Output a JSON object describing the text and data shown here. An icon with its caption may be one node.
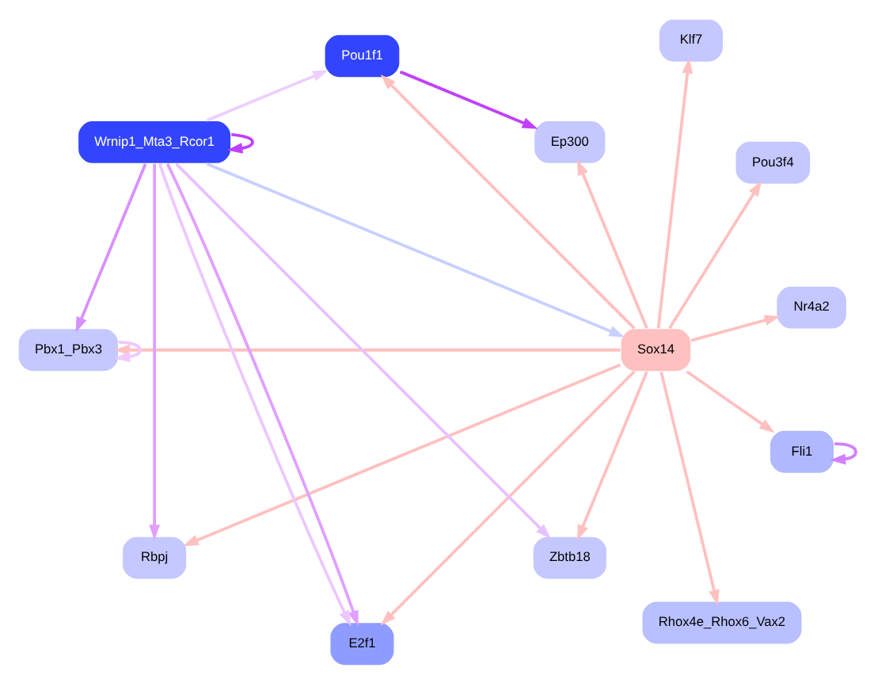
{
  "diagram": {
    "nodes": [
      {
        "text": [
          "Sox14"
        ]
      },
      {
        "text": [
          "Zbtb18"
        ]
      },
      {
        "text": [
          "E2f1"
        ]
      },
      {
        "text": [
          "Rbpj"
        ]
      },
      {
        "text": [
          "Ep300"
        ]
      },
      {
        "text": [
          "Pbx1_Pbx3"
        ]
      },
      {
        "text": [
          "Pou1f1"
        ]
      },
      {
        "text": [
          "Rhox4e_Rhox6_Vax2"
        ]
      },
      {
        "text": [
          "Wrnip1_Mta3_Rcor1"
        ]
      },
      {
        "text": [
          "Fli1"
        ]
      },
      {
        "text": [
          "Nr4a2"
        ]
      },
      {
        "text": [
          "Pou3f4"
        ]
      },
      {
        "text": [
          "Klf7"
        ]
      }
    ],
    "edges": [
      {
        "from": 0,
        "to": 1,
        "arrow": "to"
      },
      {
        "from": 0,
        "to": 2,
        "arrow": "to"
      },
      {
        "from": 0,
        "to": 3,
        "arrow": "to"
      },
      {
        "from": 0,
        "to": 4,
        "arrow": "to"
      },
      {
        "from": 0,
        "to": 5,
        "arrow": "to"
      },
      {
        "from": 0,
        "to": 6,
        "arrow": "to"
      },
      {
        "from": 0,
        "to": 7,
        "arrow": "to"
      },
      {
        "from": 0,
        "to": 9,
        "arrow": "to"
      },
      {
        "from": 0,
        "to": 10,
        "arrow": "to"
      },
      {
        "from": 0,
        "to": 11,
        "arrow": "to"
      },
      {
        "from": 0,
        "to": 12,
        "arrow": "to"
      },
      {
        "from": 8,
        "to": 0,
        "arrow": "to",
        "color": "#c8d0ff"
      },
      {
        "from": 8,
        "to": 1,
        "arrow": "to",
        "color": "#e8c0ff"
      },
      {
        "from": 8,
        "to": 2,
        "arrow": "to",
        "color": "#e0a0ff"
      },
      {
        "from": 8,
        "to": 2,
        "arrow": "to",
        "color": "#ecc8ff"
      },
      {
        "from": 8,
        "to": 3,
        "arrow": "to",
        "color": "#e0a0ff"
      },
      {
        "from": 8,
        "to": 5,
        "arrow": "to",
        "color": "#d890ff"
      },
      {
        "from": 8,
        "to": 6,
        "arrow": "to",
        "color": "#ecd0ff"
      },
      {
        "from": 8,
        "to": 8,
        "arrow": "to",
        "color": "#c040ff"
      },
      {
        "from": 6,
        "to": 4,
        "arrow": "to",
        "color": "#c040ff"
      },
      {
        "from": 5,
        "to": 5,
        "arrow": "to",
        "color": "#f0c8ff"
      },
      {
        "from": 9,
        "to": 9,
        "arrow": "to",
        "color": "#d080ff"
      }
    ]
  }
}
